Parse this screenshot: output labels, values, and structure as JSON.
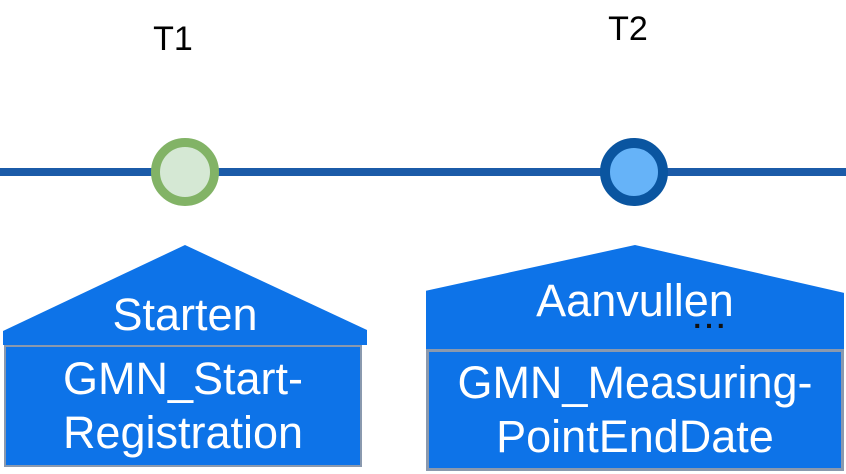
{
  "timeline": {
    "t1": {
      "label": "T1"
    },
    "t2": {
      "label": "T2"
    }
  },
  "callouts": {
    "t1": {
      "action": "Starten",
      "message_line1": "GMN_Start-",
      "message_line2": "Registration"
    },
    "t2": {
      "action": "Aanvullen",
      "ellipsis": "...",
      "message_line1": "GMN_Measuring-",
      "message_line2": "PointEndDate"
    }
  },
  "colors": {
    "callout_blue": "#0d73e8",
    "box_border_gray": "#8a99ae",
    "timeline_blue": "#1b5ba8",
    "t1_marker_stroke": "#82b366",
    "t1_marker_fill": "#d5e8d4",
    "t2_marker_stroke": "#0a55a0",
    "t2_marker_fill": "#66b3f8",
    "label_text": "#000000",
    "callout_text": "#ffffff"
  }
}
